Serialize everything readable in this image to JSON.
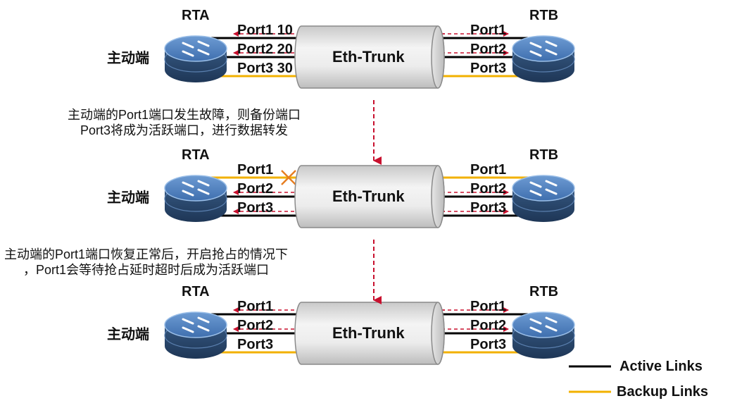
{
  "colors": {
    "active": "#000000",
    "backup": "#f2b100",
    "arrow": "#c8102e",
    "fault_mark": "#e67e22"
  },
  "stages": [
    {
      "left_router": "RTA",
      "right_router": "RTB",
      "active_end_label": "主动端",
      "trunk_label": "Eth-Trunk",
      "ports_left": [
        "Port1 10",
        "Port2 20",
        "Port3 30"
      ],
      "ports_right": [
        "Port1",
        "Port2",
        "Port3"
      ],
      "link_state": [
        "active",
        "active",
        "backup"
      ]
    },
    {
      "left_router": "RTA",
      "right_router": "RTB",
      "active_end_label": "主动端",
      "trunk_label": "Eth-Trunk",
      "ports_left": [
        "Port1",
        "Port2",
        "Port3"
      ],
      "ports_right": [
        "Port1",
        "Port2",
        "Port3"
      ],
      "link_state": [
        "backup",
        "active",
        "active"
      ],
      "fault_port": 1
    },
    {
      "left_router": "RTA",
      "right_router": "RTB",
      "active_end_label": "主动端",
      "trunk_label": "Eth-Trunk",
      "ports_left": [
        "Port1",
        "Port2",
        "Port3"
      ],
      "ports_right": [
        "Port1",
        "Port2",
        "Port3"
      ],
      "link_state": [
        "active",
        "active",
        "backup"
      ]
    }
  ],
  "notes": {
    "transition_1": [
      "主动端的Port1端口发生故障，则备份端口",
      "Port3将成为活跃端口，进行数据转发"
    ],
    "transition_2": [
      "主动端的Port1端口恢复正常后，开启抢占的情况下",
      "，Port1会等待抢占延时超时后成为活跃端口"
    ]
  },
  "legend": {
    "active_label": "Active Links",
    "backup_label": "Backup Links"
  }
}
